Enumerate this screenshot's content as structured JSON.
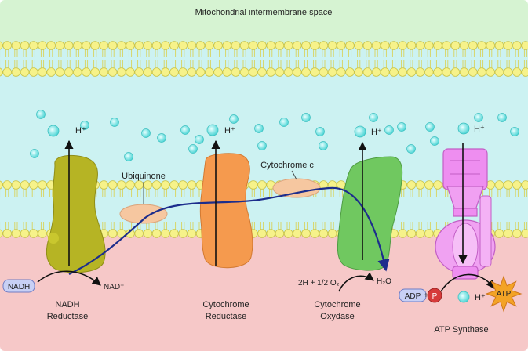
{
  "title": "Mitochondrial intermembrane space",
  "colors": {
    "intermembrane": "#d6f3d2",
    "matrix_band": "#ccf2f2",
    "matrix": "#f6c8c8",
    "lipid_head": "#f6f28a",
    "lipid_head_edge": "#c9c44a",
    "proton": "#6fe3e3",
    "nadh_reductase": "#b6b424",
    "cytochrome_reductase": "#f59a4e",
    "cytochrome_oxydase": "#70c860",
    "atp_synthase": "#ee8ef0",
    "ubiquinone": "#f6c7a0",
    "electron_path": "#1c2d8c",
    "label_box": "#c8d0f5",
    "adp_ball": "#d63a3a",
    "atp_star": "#f3a326"
  },
  "labels": {
    "ubiquinone": "Ubiquinone",
    "cytochrome_c": "Cytochrome c",
    "proton": "H⁺",
    "nadh": "NADH",
    "nad_plus": "NAD⁺",
    "water_reaction": "2H + 1/2 O₂",
    "water": "H₂O",
    "adp": "ADP",
    "p": "P",
    "atp": "ATP"
  },
  "complexes": [
    {
      "line1": "NADH",
      "line2": "Reductase"
    },
    {
      "line1": "Cytochrome",
      "line2": "Reductase"
    },
    {
      "line1": "Cytochrome",
      "line2": "Oxydase"
    },
    {
      "line1": "ATP Synthase",
      "line2": ""
    }
  ]
}
